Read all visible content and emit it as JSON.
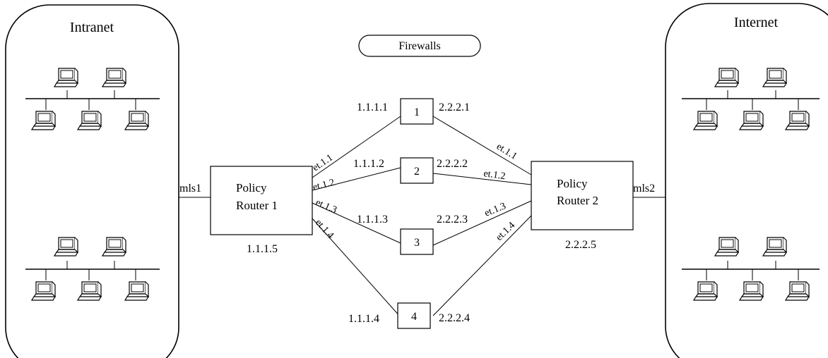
{
  "clouds": {
    "intranet_title": "Intranet",
    "internet_title": "Internet"
  },
  "firewalls_label": "Firewalls",
  "routers": {
    "r1": {
      "line1": "Policy",
      "line2": "Router 1",
      "ip": "1.1.1.5",
      "port": "mls1"
    },
    "r2": {
      "line1": "Policy",
      "line2": "Router 2",
      "ip": "2.2.2.5",
      "port": "mls2"
    }
  },
  "firewalls": [
    {
      "num": "1",
      "left_ip": "1.1.1.1",
      "right_ip": "2.2.2.1",
      "r1_port": "et.1.1",
      "r2_port": "et.1.1"
    },
    {
      "num": "2",
      "left_ip": "1.1.1.2",
      "right_ip": "2.2.2.2",
      "r1_port": "et.1.2",
      "r2_port": "et.1.2"
    },
    {
      "num": "3",
      "left_ip": "1.1.1.3",
      "right_ip": "2.2.2.3",
      "r1_port": "et.1.3",
      "r2_port": "et.1.3"
    },
    {
      "num": "4",
      "left_ip": "1.1.1.4",
      "right_ip": "2.2.2.4",
      "r1_port": "et.1.4",
      "r2_port": "et.1.4"
    }
  ]
}
